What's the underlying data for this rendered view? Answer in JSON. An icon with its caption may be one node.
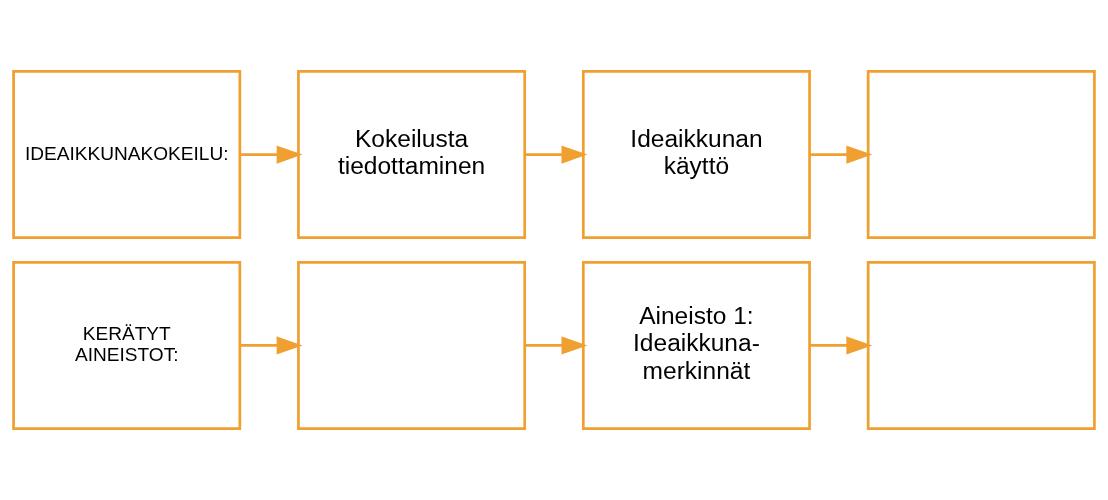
{
  "diagram": {
    "nodes": [
      {
        "text": [
          "IDEAIKKUNAKOKEILU:"
        ]
      },
      {
        "text": [
          "Kokeilusta tiedottaminen"
        ]
      },
      {
        "text": [
          "Ideaikkunan käyttö"
        ]
      },
      {
        "text": [],
        "shape": "box"
      },
      {
        "text": [
          "KERÄTYT AINEISTOT:"
        ]
      },
      {
        "text": [],
        "shape": "box"
      },
      {
        "text": [
          "Aineisto 1: Ideaikkuna-merkinnät"
        ]
      },
      {
        "text": [],
        "shape": "box"
      }
    ],
    "edges": [
      {
        "from": 0,
        "to": 1,
        "arrow": "to"
      },
      {
        "from": 1,
        "to": 2,
        "arrow": "to"
      },
      {
        "from": 2,
        "to": 3,
        "arrow": "to"
      },
      {
        "from": 4,
        "to": 5,
        "arrow": "to"
      },
      {
        "from": 5,
        "to": 6,
        "arrow": "to"
      },
      {
        "from": 6,
        "to": 7,
        "arrow": "to"
      }
    ]
  }
}
